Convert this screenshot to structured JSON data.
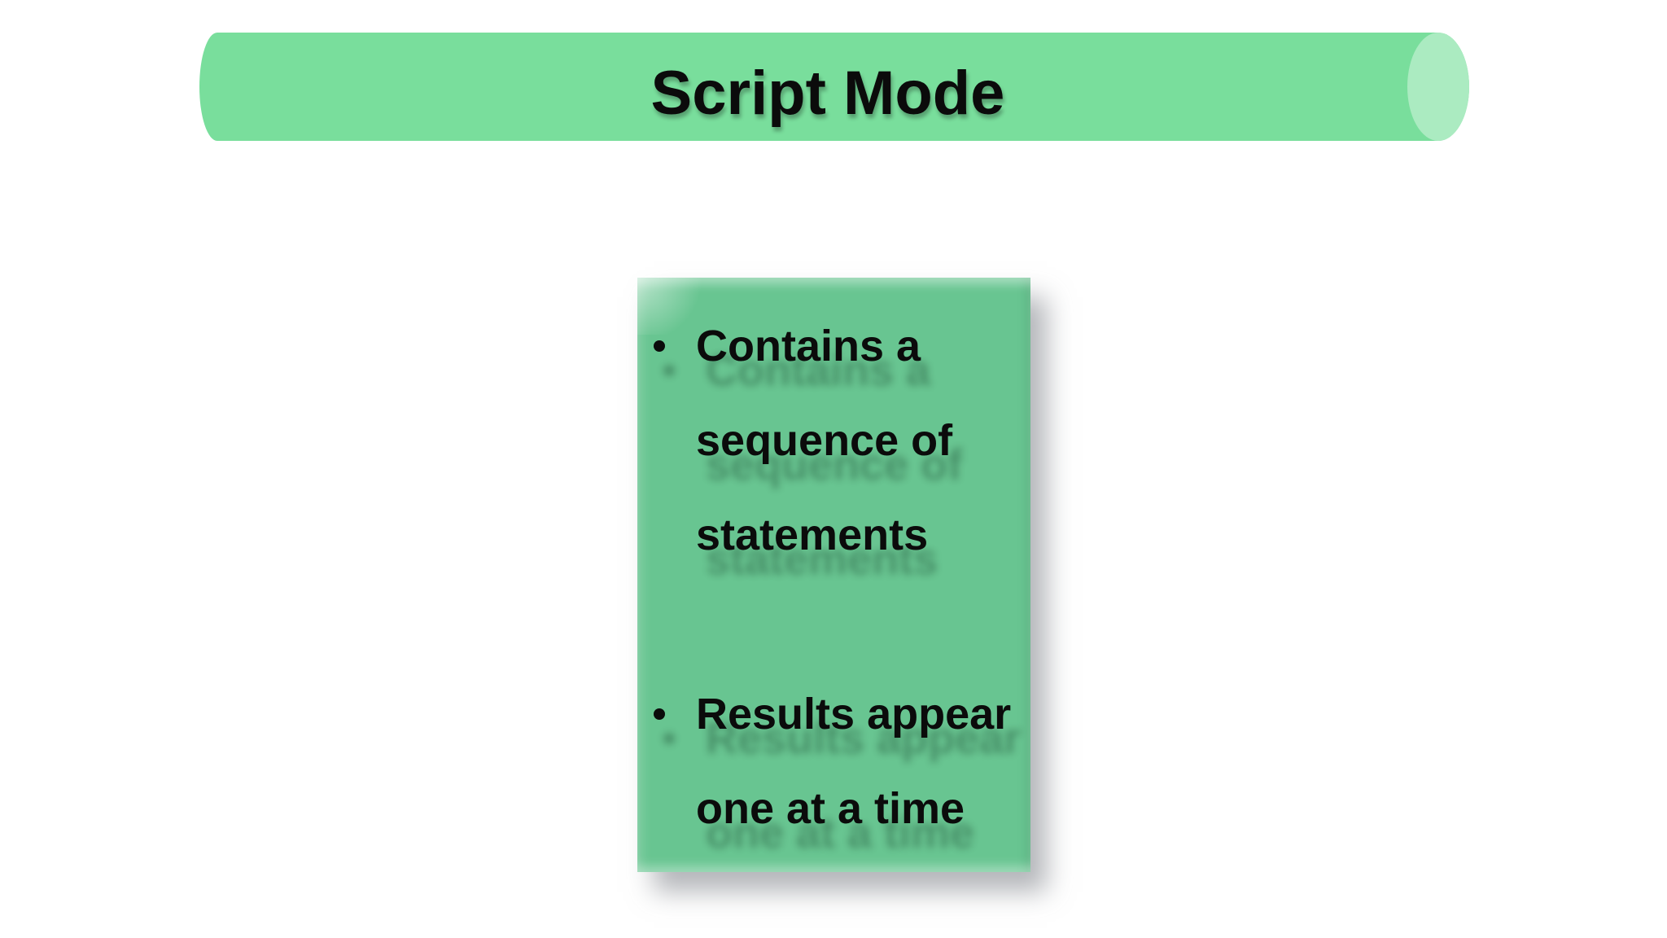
{
  "slide": {
    "title": "Script Mode",
    "bullets": [
      {
        "lines": [
          "Contains a",
          "sequence of",
          "statements"
        ]
      },
      {
        "lines": [
          "Results appear",
          "one at a time"
        ]
      }
    ]
  },
  "colors": {
    "background": "#FFFFFF",
    "banner_body": "#79DE9C",
    "banner_cap": "#ABEBC1",
    "card_fill": "#68C591",
    "card_shadow_gray": "#9CA0A8",
    "text_black": "#0B0B0B"
  }
}
